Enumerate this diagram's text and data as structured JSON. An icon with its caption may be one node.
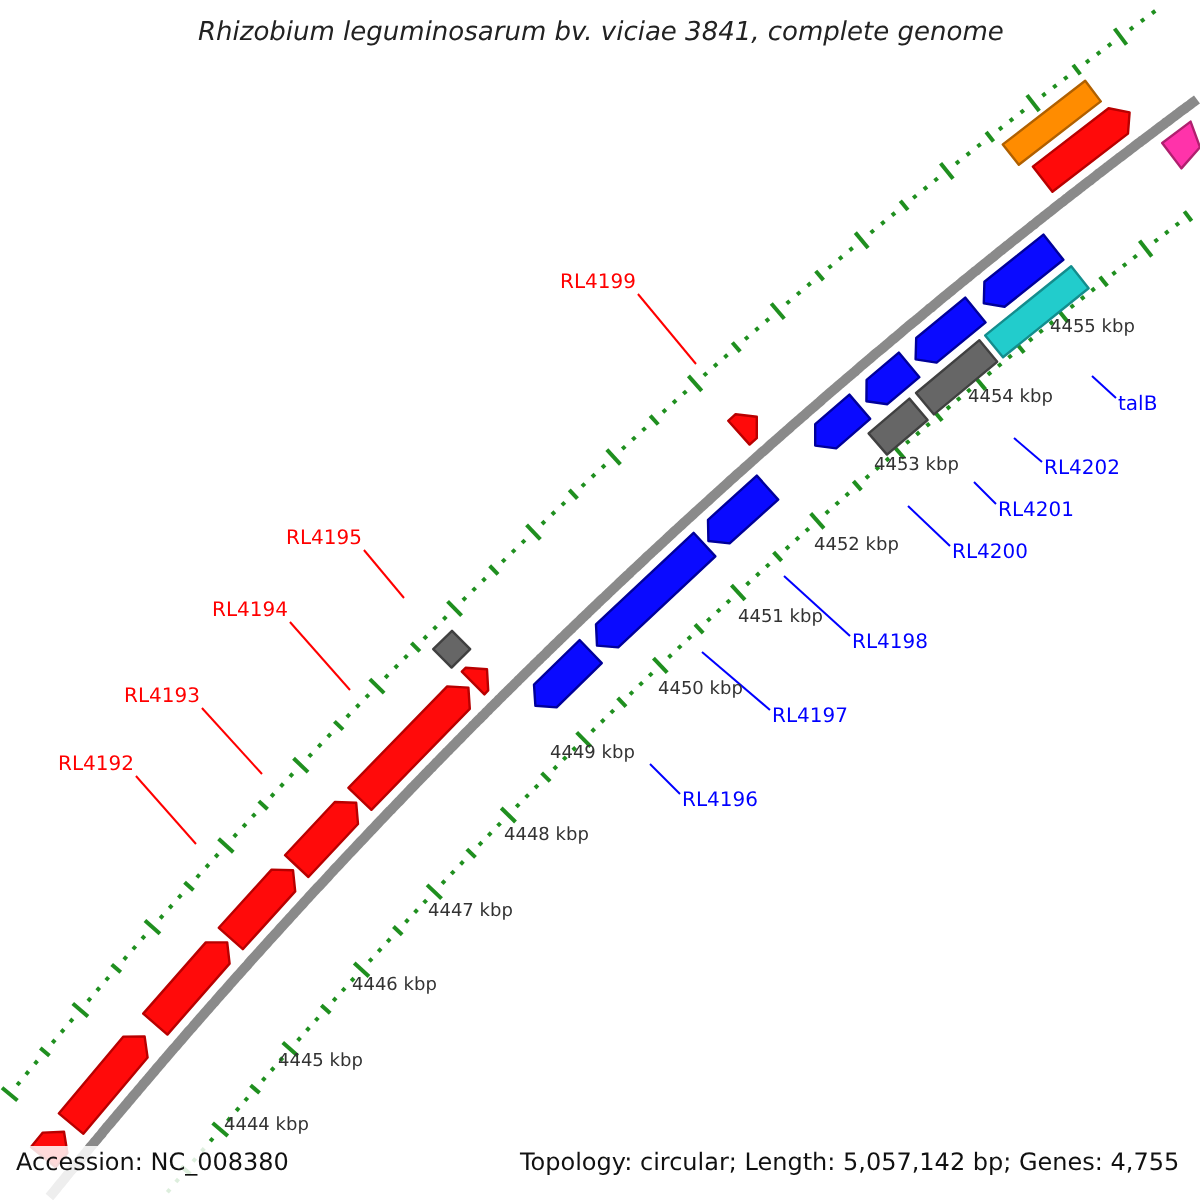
{
  "diagram": {
    "title": "Rhizobium leguminosarum bv. viciae 3841, complete genome",
    "nodes": [
      {
        "text": [
          "RL4199"
        ]
      },
      {
        "text": [
          "talB"
        ]
      },
      {
        "text": [
          "RL4202"
        ]
      },
      {
        "text": [
          "RL4201"
        ]
      },
      {
        "text": [
          "RL4200"
        ]
      },
      {
        "text": [
          "RL4195"
        ]
      },
      {
        "text": [
          "RL4198"
        ]
      },
      {
        "text": [
          "RL4194"
        ]
      },
      {
        "text": [
          "RL4197"
        ]
      },
      {
        "text": [
          "RL4193"
        ]
      },
      {
        "text": [
          "RL4196"
        ]
      },
      {
        "text": [
          "RL4192"
        ]
      }
    ],
    "edges": [
      {
        "from": 0,
        "to": null,
        "arrow": "none",
        "color": "#ff0000"
      },
      {
        "from": 1,
        "to": null,
        "arrow": "none"
      },
      {
        "from": 2,
        "to": null,
        "arrow": "none"
      },
      {
        "from": 3,
        "to": null,
        "arrow": "none"
      },
      {
        "from": 4,
        "to": null,
        "arrow": "none"
      },
      {
        "from": 5,
        "to": null,
        "arrow": "none",
        "color": "#ff0000"
      },
      {
        "from": 6,
        "to": null,
        "arrow": "none"
      },
      {
        "from": 7,
        "to": null,
        "arrow": "none",
        "color": "#ff0000"
      },
      {
        "from": 8,
        "to": null,
        "arrow": "none"
      },
      {
        "from": 9,
        "to": null,
        "arrow": "none",
        "color": "#ff0000"
      },
      {
        "from": 10,
        "to": null,
        "arrow": "none"
      },
      {
        "from": 11,
        "to": null,
        "arrow": "none",
        "color": "#ff0000"
      }
    ],
    "labels": [
      "4455 kbp",
      "4454 kbp",
      "4453 kbp",
      "4452 kbp",
      "4451 kbp",
      "4450 kbp",
      "4449 kbp",
      "4448 kbp",
      "4447 kbp",
      "4446 kbp",
      "4445 kbp",
      "4444 kbp",
      "Accession: NC_008380",
      "Topology: circular; Length: 5,057,142 bp; Genes: 4,755"
    ]
  }
}
